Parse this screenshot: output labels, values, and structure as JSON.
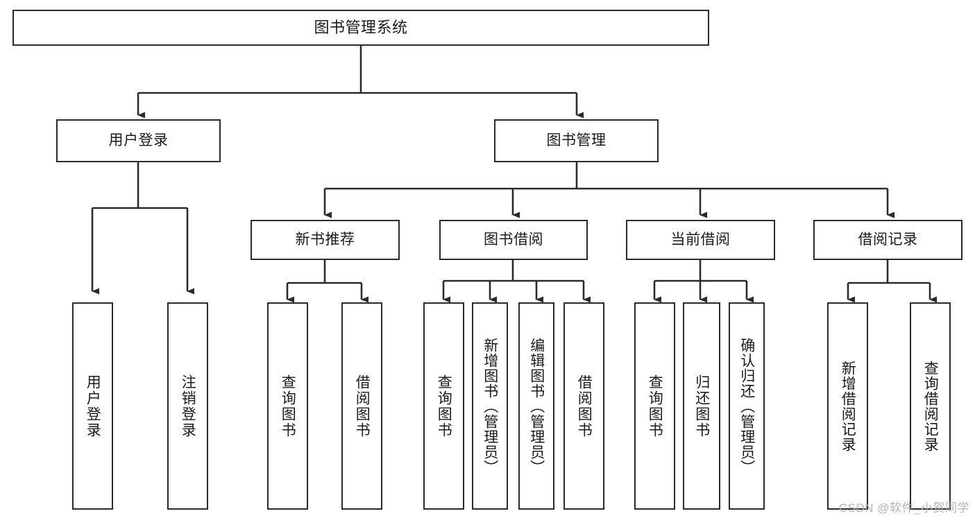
{
  "diagram": {
    "title": "图书管理系统",
    "type": "tree-hierarchy-chart",
    "colors": {
      "box_border": "#2b2b2b",
      "box_fill": "#ffffff",
      "edge": "#2b2b2b",
      "text": "#1a1a1a",
      "watermark": "#b4b4b4",
      "background": "#ffffff"
    },
    "watermark": "CSDN @软件_小贺同学"
  },
  "nodes": {
    "root": {
      "label": "图书管理系统"
    },
    "level2": [
      {
        "id": "user-login",
        "label": "用户登录"
      },
      {
        "id": "book-management",
        "label": "图书管理"
      }
    ],
    "level3": [
      {
        "id": "new-book-recommend",
        "label": "新书推荐"
      },
      {
        "id": "book-borrow",
        "label": "图书借阅"
      },
      {
        "id": "current-borrow",
        "label": "当前借阅"
      },
      {
        "id": "borrow-record",
        "label": "借阅记录"
      }
    ],
    "leaves": {
      "user_login": [
        {
          "id": "leaf-user-login",
          "label": "用户登录"
        },
        {
          "id": "leaf-logout-login",
          "label": "注销登录"
        }
      ],
      "new_book_recommend": [
        {
          "id": "leaf-query-book-1",
          "label": "查询图书"
        },
        {
          "id": "leaf-borrow-book-1",
          "label": "借阅图书"
        }
      ],
      "book_borrow": [
        {
          "id": "leaf-query-book-2",
          "label": "查询图书"
        },
        {
          "id": "leaf-add-book",
          "label": "新增图书（管理员）"
        },
        {
          "id": "leaf-edit-book",
          "label": "编辑图书（管理员）"
        },
        {
          "id": "leaf-borrow-book-2",
          "label": "借阅图书"
        }
      ],
      "current_borrow": [
        {
          "id": "leaf-query-book-3",
          "label": "查询图书"
        },
        {
          "id": "leaf-return-book",
          "label": "归还图书"
        },
        {
          "id": "leaf-confirm-return",
          "label": "确认归还（管理员）"
        }
      ],
      "borrow_record": [
        {
          "id": "leaf-add-record",
          "label": "新增借阅记录"
        },
        {
          "id": "leaf-query-record",
          "label": "查询借阅记录"
        }
      ]
    }
  }
}
